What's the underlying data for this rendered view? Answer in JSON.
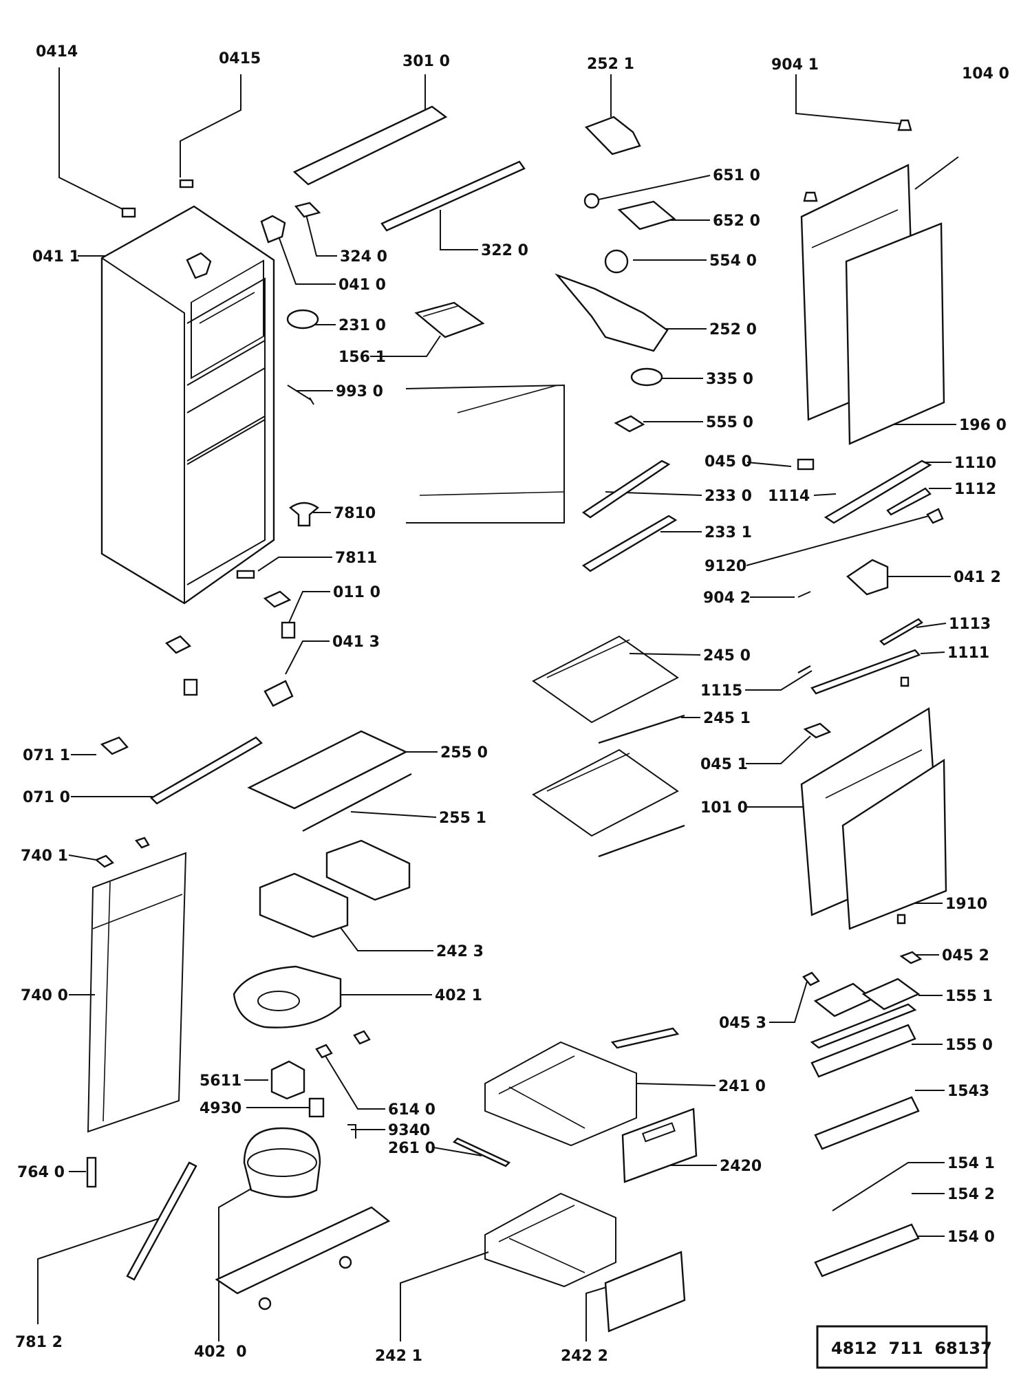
{
  "labels": {
    "l_0414": "0414",
    "l_0415": "0415",
    "l_3010": "301 0",
    "l_2521": "252 1",
    "l_9041": "904 1",
    "l_1040": "104 0",
    "l_6510": "651 0",
    "l_6520": "652 0",
    "l_5540": "554 0",
    "l_3240": "324 0",
    "l_3220": "322 0",
    "l_0411": "041 1",
    "l_0410": "041 0",
    "l_2310": "231 0",
    "l_1561": "156 1",
    "l_2520": "252 0",
    "l_3350": "335 0",
    "l_9930": "993 0",
    "l_5550": "555 0",
    "l_1960": "196 0",
    "l_0450": "045 0",
    "l_1110": "1110",
    "l_1114": "1114",
    "l_1112": "1112",
    "l_2330": "233 0",
    "l_7810": "7810",
    "l_2331": "233 1",
    "l_9120": "9120",
    "l_7811": "7811",
    "l_0412": "041 2",
    "l_0110": "011 0",
    "l_9042": "904 2",
    "l_1113": "1113",
    "l_0413": "041 3",
    "l_1111": "1111",
    "l_2450": "245 0",
    "l_1115": "1115",
    "l_2451": "245 1",
    "l_0711": "071 1",
    "l_2550": "255 0",
    "l_0451": "045 1",
    "l_0710": "071 0",
    "l_2551": "255 1",
    "l_1010": "101 0",
    "l_7401": "740 1",
    "l_1910": "1910",
    "l_2423": "242 3",
    "l_0452": "045 2",
    "l_7400": "740 0",
    "l_4021": "402 1",
    "l_1551": "155 1",
    "l_0453": "045 3",
    "l_1550": "155 0",
    "l_5611": "5611",
    "l_2410": "241 0",
    "l_1543": "1543",
    "l_4930": "4930",
    "l_6140": "614 0",
    "l_9340": "9340",
    "l_2610": "261 0",
    "l_2420": "2420",
    "l_1541": "154 1",
    "l_7640": "764 0",
    "l_1542": "154 2",
    "l_1540": "154 0",
    "l_7812": "781 2",
    "l_4020": "402  0",
    "l_2421": "242 1",
    "l_2422": "242 2"
  },
  "reference_number": "4812  711  68137",
  "colors": {
    "ink": "#111111",
    "paper": "#ffffff"
  }
}
